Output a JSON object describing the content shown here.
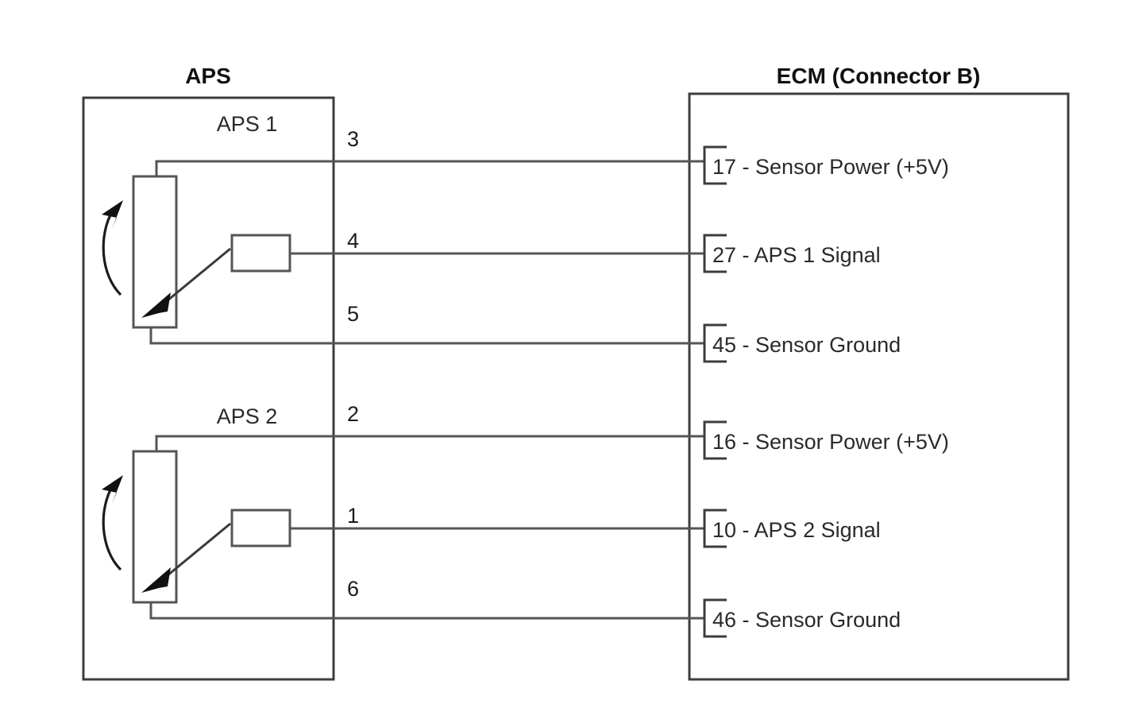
{
  "diagram": {
    "type": "wiring-schematic",
    "background_color": "#ffffff",
    "line_color": "#555555",
    "text_color": "#1c1c1c",
    "left_module": {
      "title": "APS",
      "sensors": [
        {
          "label": "APS 1",
          "icon": "potentiometer-icon",
          "rotation_icon": "curved-rotation-arrow-icon",
          "wiper_icon": "wiper-arrow-icon",
          "terminals": [
            {
              "number": "3",
              "role": "power"
            },
            {
              "number": "4",
              "role": "signal"
            },
            {
              "number": "5",
              "role": "ground"
            }
          ]
        },
        {
          "label": "APS 2",
          "icon": "potentiometer-icon",
          "rotation_icon": "curved-rotation-arrow-icon",
          "wiper_icon": "wiper-arrow-icon",
          "terminals": [
            {
              "number": "2",
              "role": "power"
            },
            {
              "number": "1",
              "role": "signal"
            },
            {
              "number": "6",
              "role": "ground"
            }
          ]
        }
      ]
    },
    "right_module": {
      "title": "ECM (Connector B)",
      "pins": [
        {
          "number": "17",
          "separator": "-",
          "name": "Sensor Power (+5V)",
          "full": "17 - Sensor Power (+5V)"
        },
        {
          "number": "27",
          "separator": "-",
          "name": "APS 1 Signal",
          "full": "27 - APS 1 Signal"
        },
        {
          "number": "45",
          "separator": "-",
          "name": "Sensor Ground",
          "full": "45 - Sensor Ground"
        },
        {
          "number": "16",
          "separator": "-",
          "name": "Sensor Power (+5V)",
          "full": "16 - Sensor Power (+5V)"
        },
        {
          "number": "10",
          "separator": "-",
          "name": "APS 2 Signal",
          "full": "10 - APS 2 Signal"
        },
        {
          "number": "46",
          "separator": "-",
          "name": "Sensor Ground",
          "full": "46 - Sensor Ground"
        }
      ]
    },
    "connections": [
      {
        "from_terminal": "3",
        "to_pin": "17"
      },
      {
        "from_terminal": "4",
        "to_pin": "27"
      },
      {
        "from_terminal": "5",
        "to_pin": "45"
      },
      {
        "from_terminal": "2",
        "to_pin": "16"
      },
      {
        "from_terminal": "1",
        "to_pin": "10"
      },
      {
        "from_terminal": "6",
        "to_pin": "46"
      }
    ]
  }
}
